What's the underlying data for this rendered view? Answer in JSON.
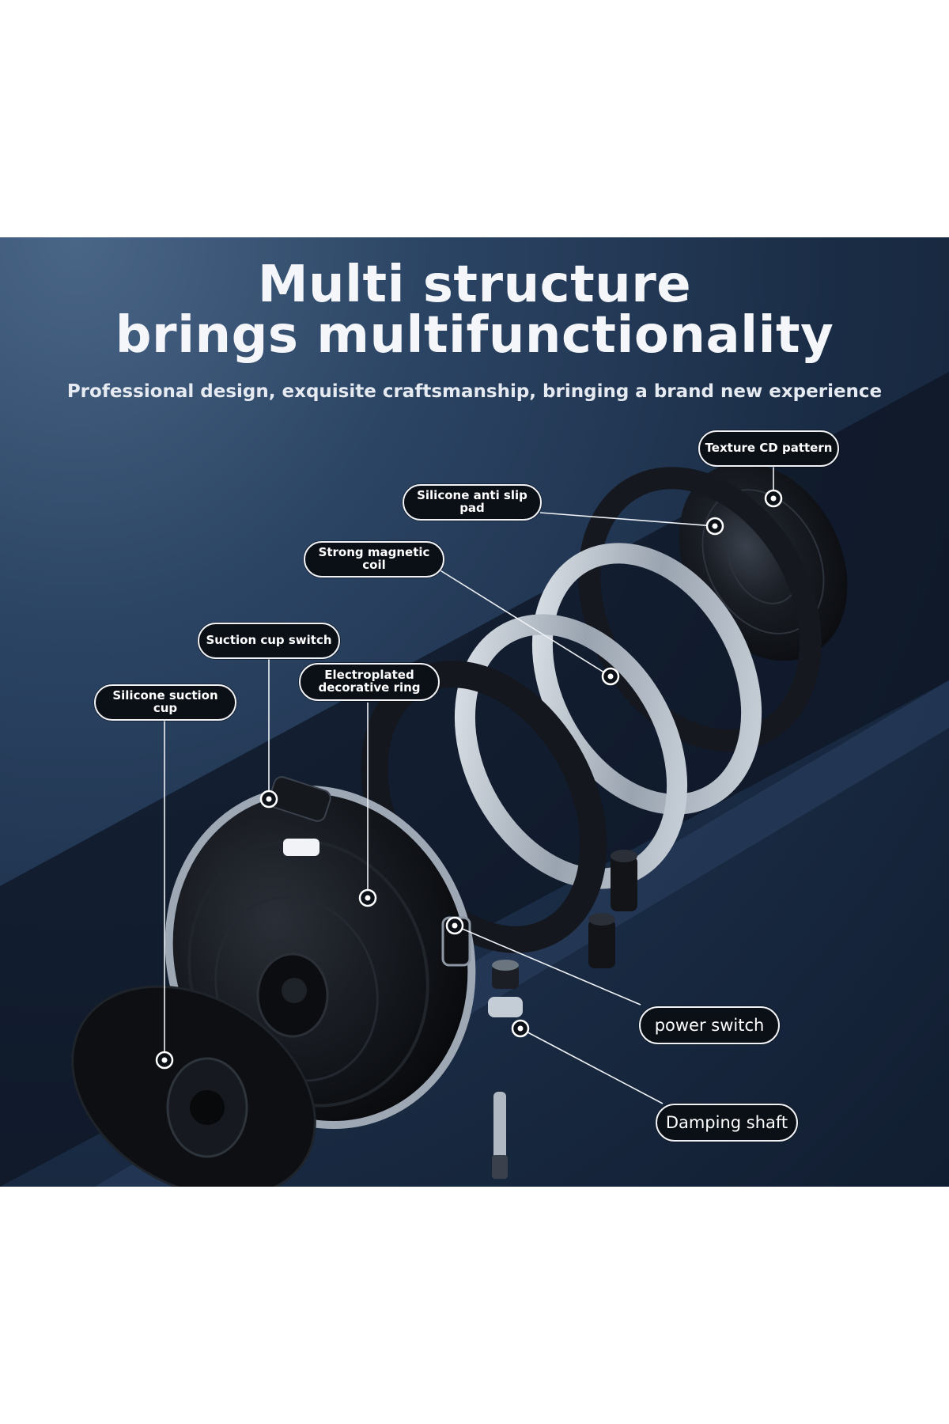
{
  "header": {
    "title_line1": "Multi structure",
    "title_line2": "brings multifunctionality",
    "subtitle": "Professional design, exquisite craftsmanship, bringing a brand new experience"
  },
  "callouts": [
    {
      "id": "texture-cd-pattern",
      "label": "Texture CD pattern"
    },
    {
      "id": "silicone-anti-slip-pad",
      "label": "Silicone anti slip pad"
    },
    {
      "id": "strong-magnetic-coil",
      "label": "Strong magnetic coil"
    },
    {
      "id": "suction-cup-switch",
      "label": "Suction cup switch"
    },
    {
      "id": "electroplated-decorative-ring",
      "label": "Electroplated\ndecorative ring"
    },
    {
      "id": "silicone-suction-cup",
      "label": "Silicone suction cup"
    },
    {
      "id": "power-switch",
      "label": "power switch"
    },
    {
      "id": "damping-shaft",
      "label": "Damping shaft"
    }
  ],
  "colors": {
    "panel_background": "#1a2c45",
    "tag_fill": "#0b0f16",
    "tag_border": "#f0f2f6",
    "ring_silver": "#b9c3cf",
    "component_black": "#14171d"
  }
}
